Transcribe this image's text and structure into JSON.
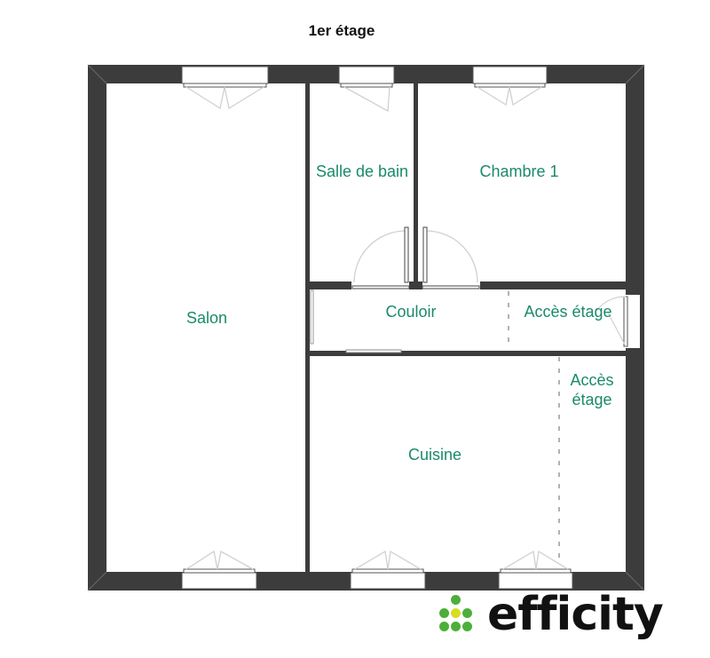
{
  "plan": {
    "title": "1er étage",
    "rooms": [
      {
        "id": "salon",
        "label": "Salon"
      },
      {
        "id": "salle-de-bain",
        "label": "Salle de bain"
      },
      {
        "id": "chambre-1",
        "label": "Chambre 1"
      },
      {
        "id": "couloir",
        "label": "Couloir"
      },
      {
        "id": "acces-etage-1",
        "label": "Accès étage"
      },
      {
        "id": "acces-etage-2",
        "label": "Accès\nétage"
      },
      {
        "id": "cuisine",
        "label": "Cuisine"
      }
    ],
    "colors": {
      "wall": "#3c3c3c",
      "label": "#1a8a6a",
      "door_arc": "#cfcfcf"
    }
  },
  "logo": {
    "text": "efficity",
    "dot_green": "#4caf3a",
    "dot_yellow": "#d6de23"
  }
}
